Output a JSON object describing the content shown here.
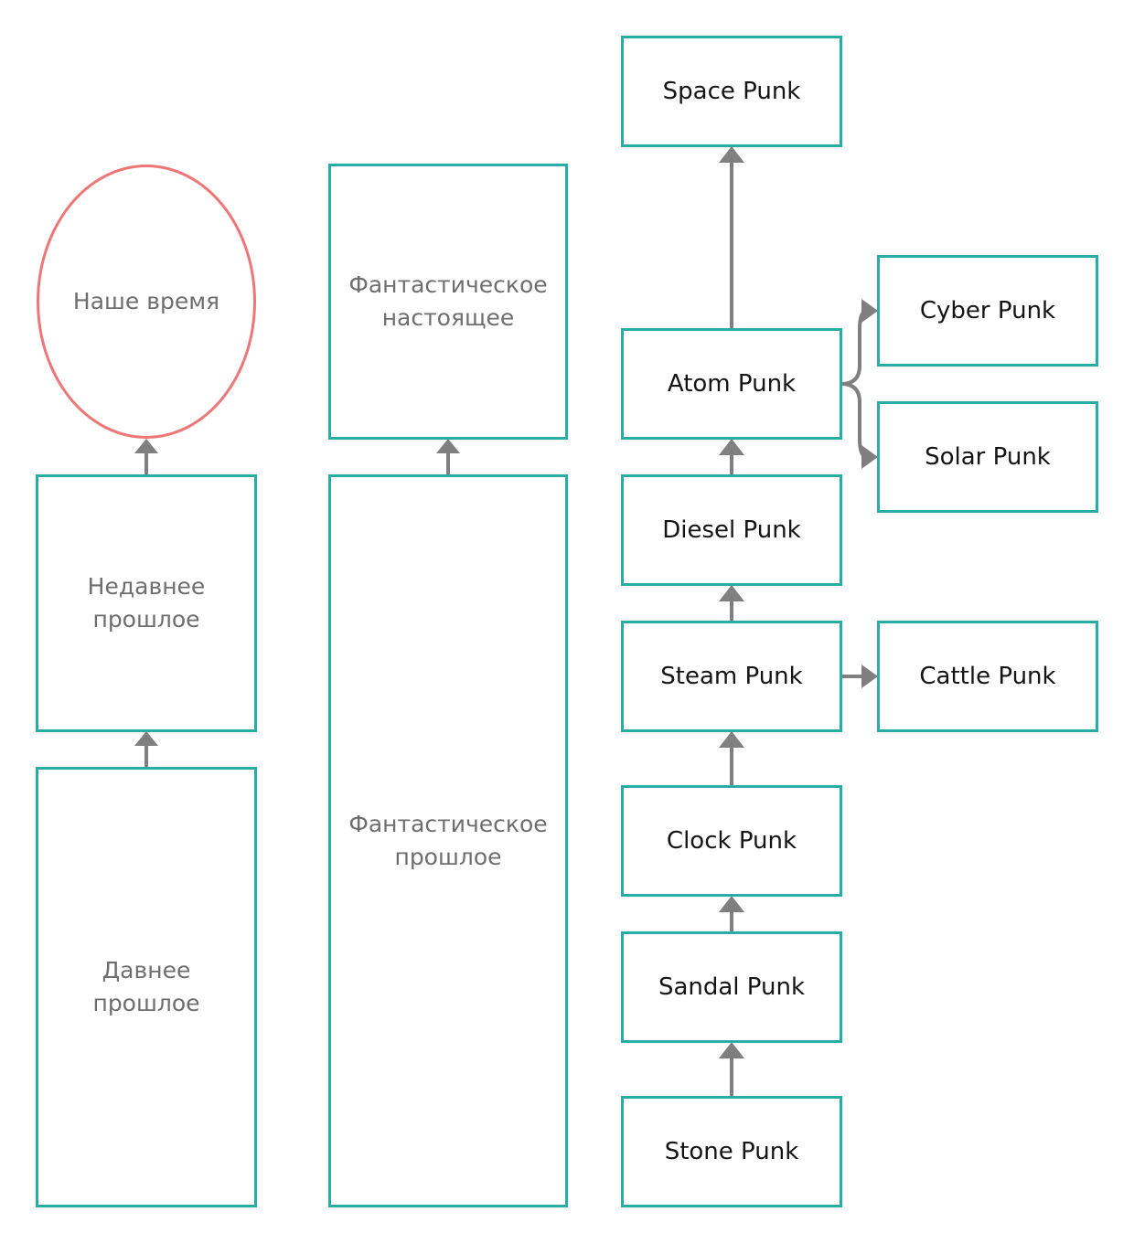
{
  "colors": {
    "box_border": "#2aaca8",
    "oval_border": "#ee7676",
    "connector": "#7f7f7f",
    "muted_text": "#6e6e6e",
    "dark_text": "#141414"
  },
  "timeline": {
    "our_time": "Наше время",
    "recent_past": "Недавнее\nпрошлое",
    "distant_past": "Давнее\nпрошлое"
  },
  "fantastic": {
    "present": "Фантастическое\nнастоящее",
    "past": "Фантастическое\nпрошлое"
  },
  "genres": {
    "space": "Space Punk",
    "atom": "Atom Punk",
    "cyber": "Cyber Punk",
    "solar": "Solar Punk",
    "diesel": "Diesel Punk",
    "steam": "Steam Punk",
    "cattle": "Cattle Punk",
    "clock": "Clock Punk",
    "sandal": "Sandal Punk",
    "stone": "Stone Punk"
  }
}
